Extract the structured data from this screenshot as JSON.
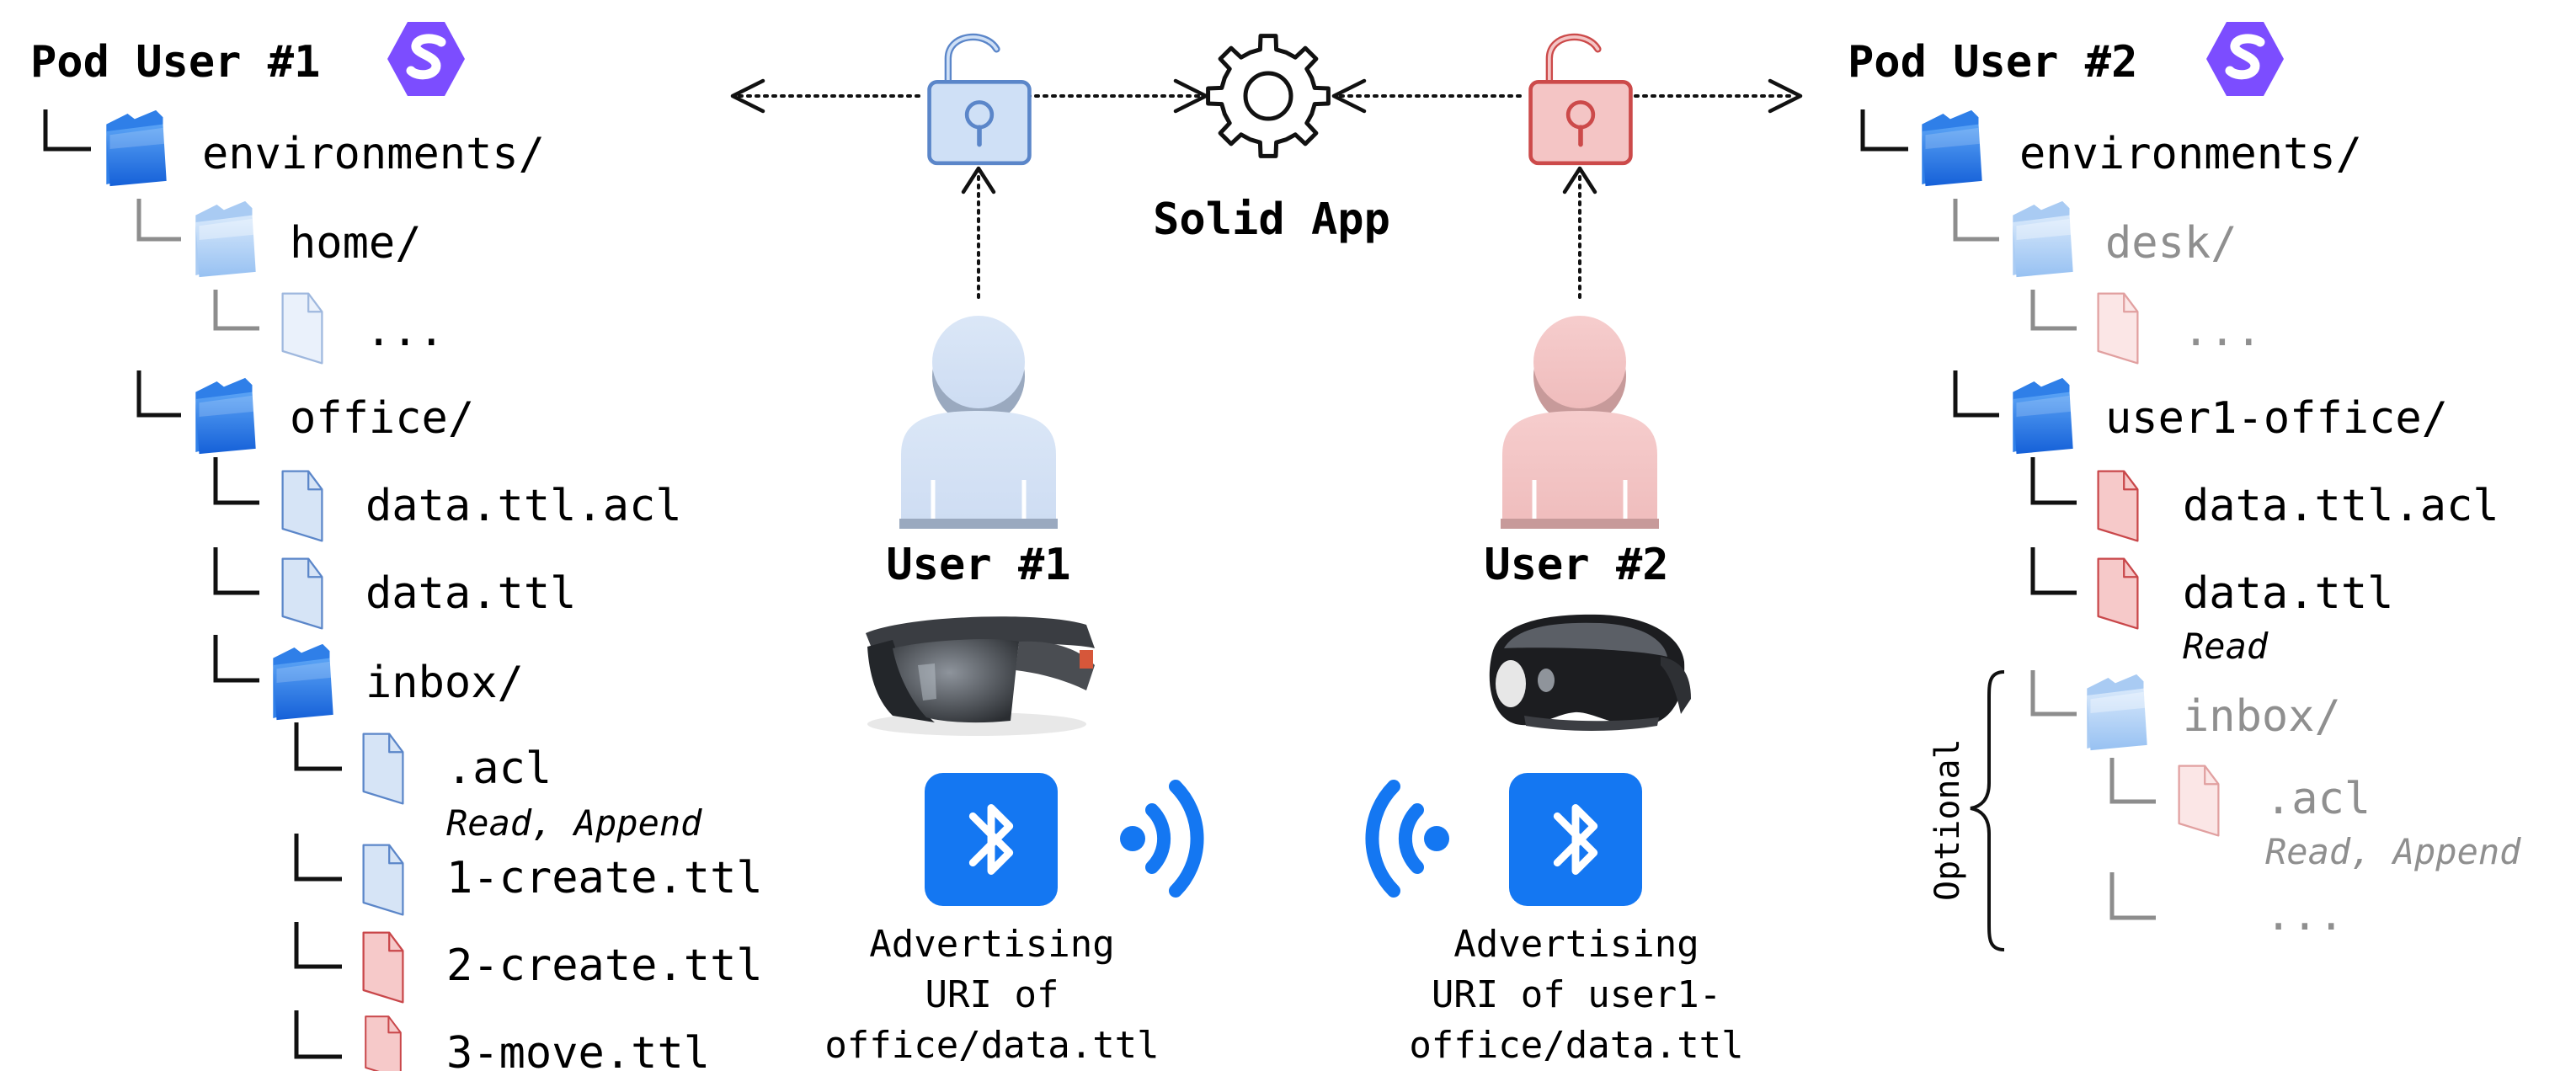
{
  "pod1": {
    "title": "Pod User #1",
    "items": [
      {
        "label": "environments/",
        "note": ""
      },
      {
        "label": "home/",
        "note": ""
      },
      {
        "label": "...",
        "note": ""
      },
      {
        "label": "office/",
        "note": ""
      },
      {
        "label": "data.ttl.acl",
        "note": ""
      },
      {
        "label": "data.ttl",
        "note": ""
      },
      {
        "label": "inbox/",
        "note": ""
      },
      {
        "label": ".acl",
        "note": "Read, Append"
      },
      {
        "label": "1-create.ttl",
        "note": ""
      },
      {
        "label": "2-create.ttl",
        "note": ""
      },
      {
        "label": "3-move.ttl",
        "note": ""
      }
    ]
  },
  "pod2": {
    "title": "Pod User #2",
    "items": [
      {
        "label": "environments/",
        "note": ""
      },
      {
        "label": "desk/",
        "note": ""
      },
      {
        "label": "...",
        "note": ""
      },
      {
        "label": "user1-office/",
        "note": ""
      },
      {
        "label": "data.ttl.acl",
        "note": ""
      },
      {
        "label": "data.ttl",
        "note": "Read"
      },
      {
        "label": "inbox/",
        "note": ""
      },
      {
        "label": ".acl",
        "note": "Read, Append"
      },
      {
        "label": "...",
        "note": ""
      }
    ],
    "optional_label": "Optional"
  },
  "center": {
    "app_label": "Solid App",
    "user1_label": "User #1",
    "user2_label": "User #2",
    "adv1": [
      "Advertising",
      "URI of",
      "office/data.ttl"
    ],
    "adv2": [
      "Advertising",
      "URI of user1-",
      "office/data.ttl"
    ]
  },
  "colors": {
    "blue_folder": "#2f7ee6",
    "blue_light": "#cfe0f6",
    "red_light": "#f4c5c5",
    "red_stroke": "#cc4a4a",
    "blue_stroke": "#5b86c9",
    "bluetooth": "#1477f2",
    "solid_logo": "#7c4dff",
    "gray_text": "#8f8f8f"
  },
  "icons": [
    "solid-logo-icon",
    "folder-icon",
    "file-icon",
    "lock-open-icon",
    "gear-icon",
    "user-icon",
    "headset-icon",
    "bluetooth-icon",
    "broadcast-icon"
  ]
}
